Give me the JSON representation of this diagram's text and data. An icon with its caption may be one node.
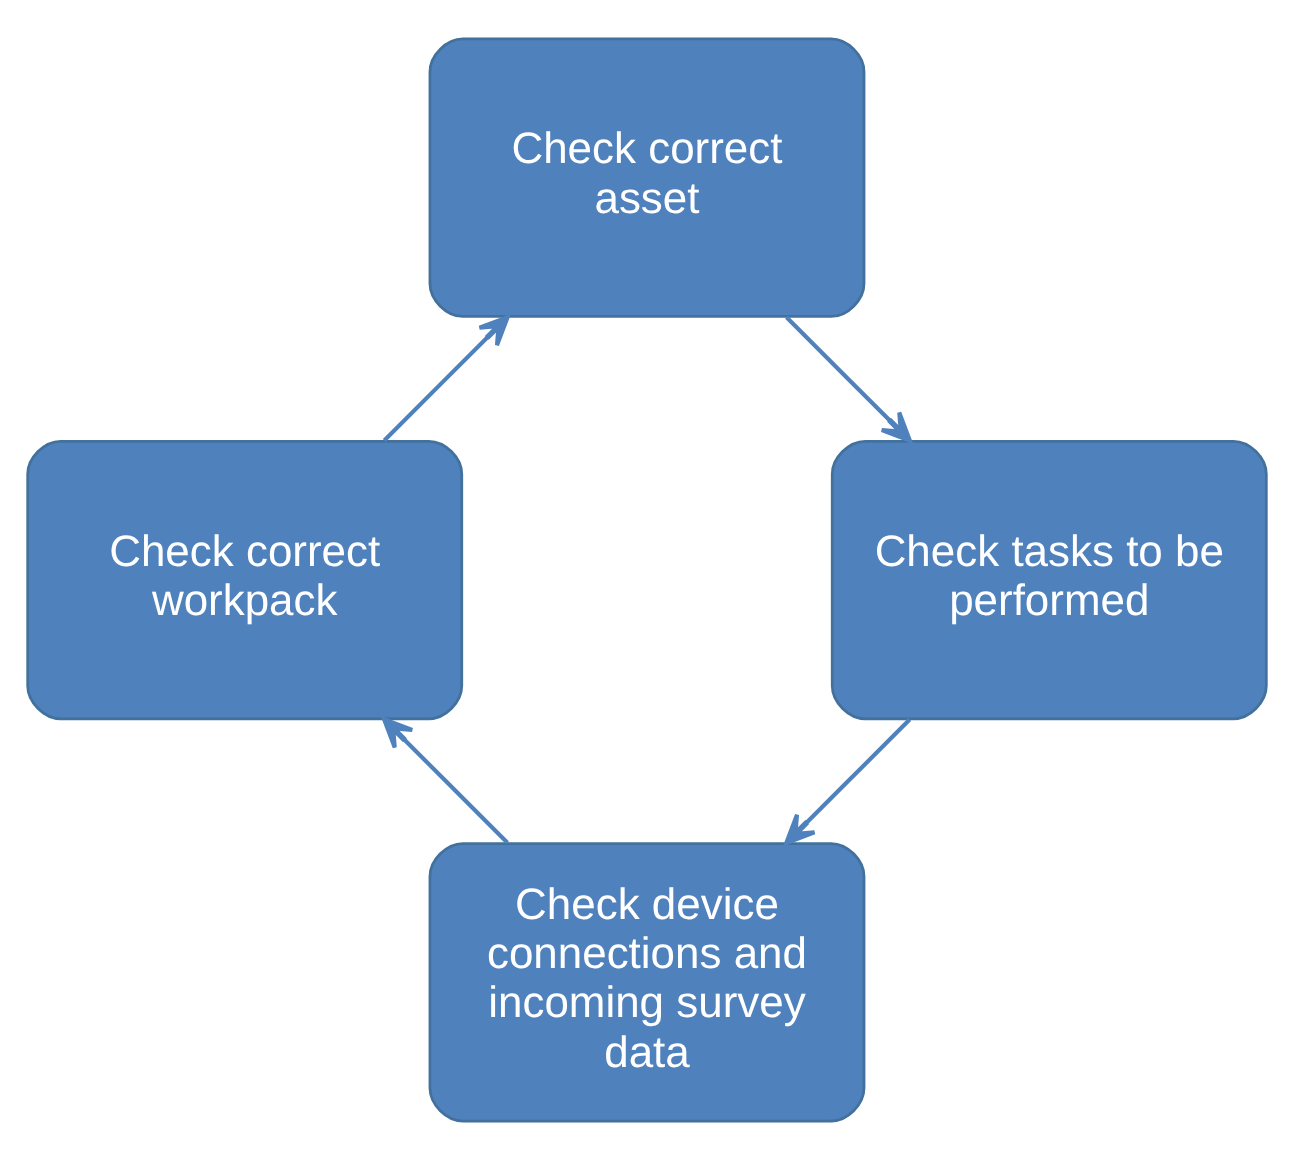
{
  "diagram": {
    "nodes": [
      {
        "text": [
          "Check device connections and incoming survey data"
        ]
      },
      {
        "text": [
          "Check tasks to be performed"
        ]
      },
      {
        "text": [
          "Check correct workpack"
        ]
      },
      {
        "text": [
          "Check correct asset"
        ]
      }
    ],
    "edges": [
      {
        "from": 0,
        "to": 2,
        "arrow": "to"
      },
      {
        "from": 2,
        "to": 3,
        "arrow": "to"
      },
      {
        "from": 3,
        "to": 1,
        "arrow": "to"
      },
      {
        "from": 1,
        "to": 0,
        "arrow": "to"
      }
    ]
  }
}
